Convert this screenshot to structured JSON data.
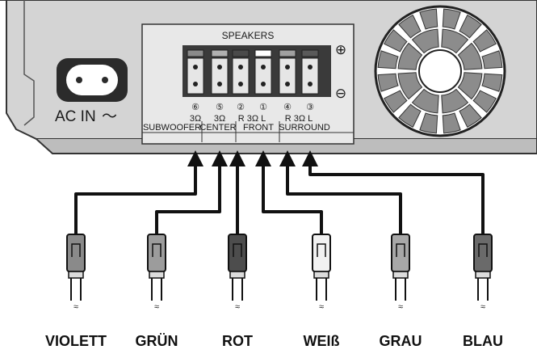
{
  "panel": {
    "ac_label": "AC IN",
    "ac_symbol": "～",
    "speakers_title": "SPEAKERS",
    "plus_symbol": "⊕",
    "minus_symbol": "⊖"
  },
  "channels": [
    {
      "num": "⑥",
      "ohm": "3Ω",
      "tab_color": "#8a8a8a"
    },
    {
      "num": "⑤",
      "ohm": "3Ω",
      "tab_color": "#b0b0b0"
    },
    {
      "num": "②",
      "ohm": "R 3Ω L",
      "tab_color": "#4a4a4a"
    },
    {
      "num": "①",
      "ohm": "",
      "tab_color": "#ffffff"
    },
    {
      "num": "④",
      "ohm": "R 3Ω L",
      "tab_color": "#a0a0a0"
    },
    {
      "num": "③",
      "ohm": "",
      "tab_color": "#5a5a5a"
    }
  ],
  "groups": [
    "SUBWOOFER",
    "CENTER",
    "FRONT",
    "SURROUND"
  ],
  "plugs": [
    {
      "label": "VIOLETT",
      "color": "#8a8a8a"
    },
    {
      "label": "GRÜN",
      "color": "#9c9c9c"
    },
    {
      "label": "ROT",
      "color": "#4d4d4d"
    },
    {
      "label": "WEIß",
      "color": "#f2f2f2"
    },
    {
      "label": "GRAU",
      "color": "#a8a8a8"
    },
    {
      "label": "BLAU",
      "color": "#6a6a6a"
    }
  ]
}
